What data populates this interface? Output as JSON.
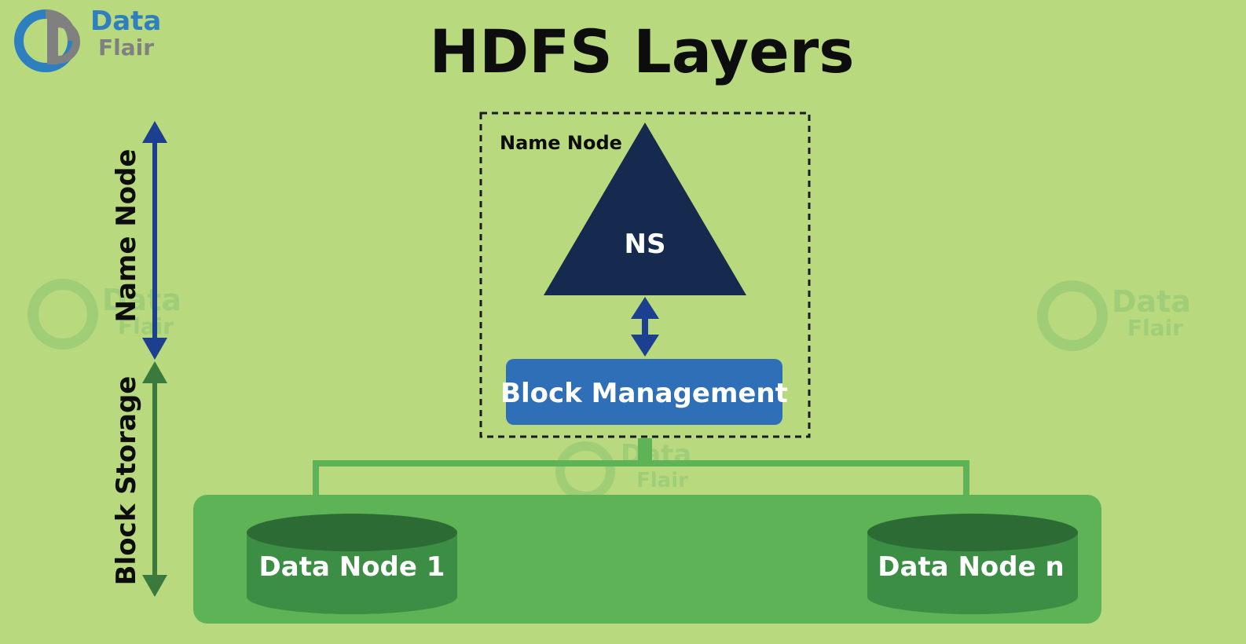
{
  "title": "HDFS Layers",
  "logo": {
    "line1": "Data",
    "line2": "Flair"
  },
  "left_axis": {
    "top_label": "Name Node",
    "bottom_label": "Block Storage",
    "top_color": "#1d3f8f",
    "bottom_color": "#3a7a3d"
  },
  "namenode_box": {
    "label": "Name Node",
    "namespace_label": "NS",
    "block_management_label": "Block Management"
  },
  "data_nodes": [
    {
      "label": "Data Node 1"
    },
    {
      "label": "Data Node n"
    }
  ],
  "watermark": {
    "line1": "Data",
    "line2": "Flair"
  },
  "colors": {
    "background": "#b8d97e",
    "triangle": "#16294f",
    "block_management": "#2f6fb7",
    "storage_band": "#5db356",
    "cylinder_side": "#3b8e43",
    "cylinder_top": "#2c6c34",
    "connector": "#5db356"
  }
}
